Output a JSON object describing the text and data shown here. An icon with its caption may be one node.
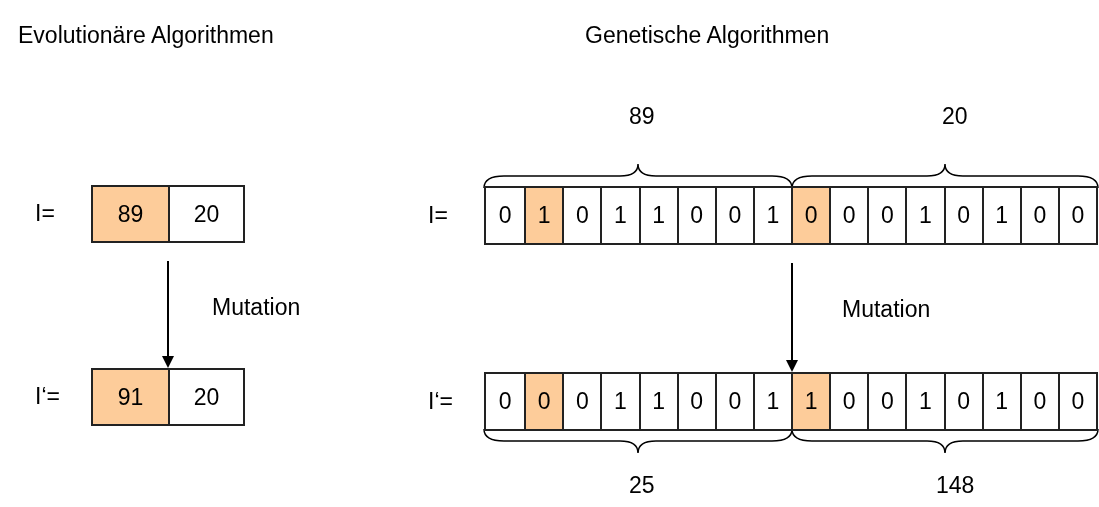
{
  "diagram": {
    "nodes": [
      {
        "text": [],
        "shape": "box",
        "beside": [
          "I="
        ]
      },
      {
        "text": [
          "89"
        ],
        "in": 0
      },
      {
        "text": [
          "20"
        ],
        "in": 0
      },
      {
        "text": [],
        "shape": "box",
        "beside": [
          "I‘="
        ]
      },
      {
        "text": [
          "91"
        ],
        "in": 3
      },
      {
        "text": [
          "20"
        ],
        "in": 3
      },
      {
        "text": [],
        "shape": "box",
        "beside": [
          "I="
        ]
      },
      {
        "text": [
          "0"
        ],
        "in": 6
      },
      {
        "text": [
          "1"
        ],
        "in": 6
      },
      {
        "text": [
          "0"
        ],
        "in": 6
      },
      {
        "text": [
          "1"
        ],
        "in": 6
      },
      {
        "text": [
          "1"
        ],
        "in": 6
      },
      {
        "text": [
          "0"
        ],
        "in": 6
      },
      {
        "text": [
          "0"
        ],
        "in": 6
      },
      {
        "text": [
          "1"
        ],
        "in": 6
      },
      {
        "text": [
          "0"
        ],
        "in": 6
      },
      {
        "text": [
          "0"
        ],
        "in": 6
      },
      {
        "text": [
          "0"
        ],
        "in": 6
      },
      {
        "text": [
          "1"
        ],
        "in": 6
      },
      {
        "text": [
          "0"
        ],
        "in": 6
      },
      {
        "text": [
          "1"
        ],
        "in": 6
      },
      {
        "text": [
          "0"
        ],
        "in": 6
      },
      {
        "text": [
          "0"
        ],
        "in": 6
      },
      {
        "text": [],
        "shape": "box",
        "beside": [
          "I‘="
        ]
      },
      {
        "text": [
          "0"
        ],
        "in": 23
      },
      {
        "text": [
          "0"
        ],
        "in": 23
      },
      {
        "text": [
          "0"
        ],
        "in": 23
      },
      {
        "text": [
          "1"
        ],
        "in": 23
      },
      {
        "text": [
          "1"
        ],
        "in": 23
      },
      {
        "text": [
          "0"
        ],
        "in": 23
      },
      {
        "text": [
          "0"
        ],
        "in": 23
      },
      {
        "text": [
          "1"
        ],
        "in": 23
      },
      {
        "text": [
          "1"
        ],
        "in": 23
      },
      {
        "text": [
          "0"
        ],
        "in": 23
      },
      {
        "text": [
          "0"
        ],
        "in": 23
      },
      {
        "text": [
          "1"
        ],
        "in": 23
      },
      {
        "text": [
          "0"
        ],
        "in": 23
      },
      {
        "text": [
          "1"
        ],
        "in": 23
      },
      {
        "text": [
          "0"
        ],
        "in": 23
      },
      {
        "text": [
          "0"
        ],
        "in": 23
      }
    ],
    "edges": [
      {
        "from": 0,
        "to": 3,
        "arrow": "to",
        "label": "Mutation"
      },
      {
        "from": 6,
        "to": 23,
        "arrow": "to",
        "label": "Mutation"
      }
    ],
    "labels": [
      "Evolutionäre Algorithmen",
      "Genetische Algorithmen",
      "89",
      "20",
      "25",
      "148"
    ]
  }
}
